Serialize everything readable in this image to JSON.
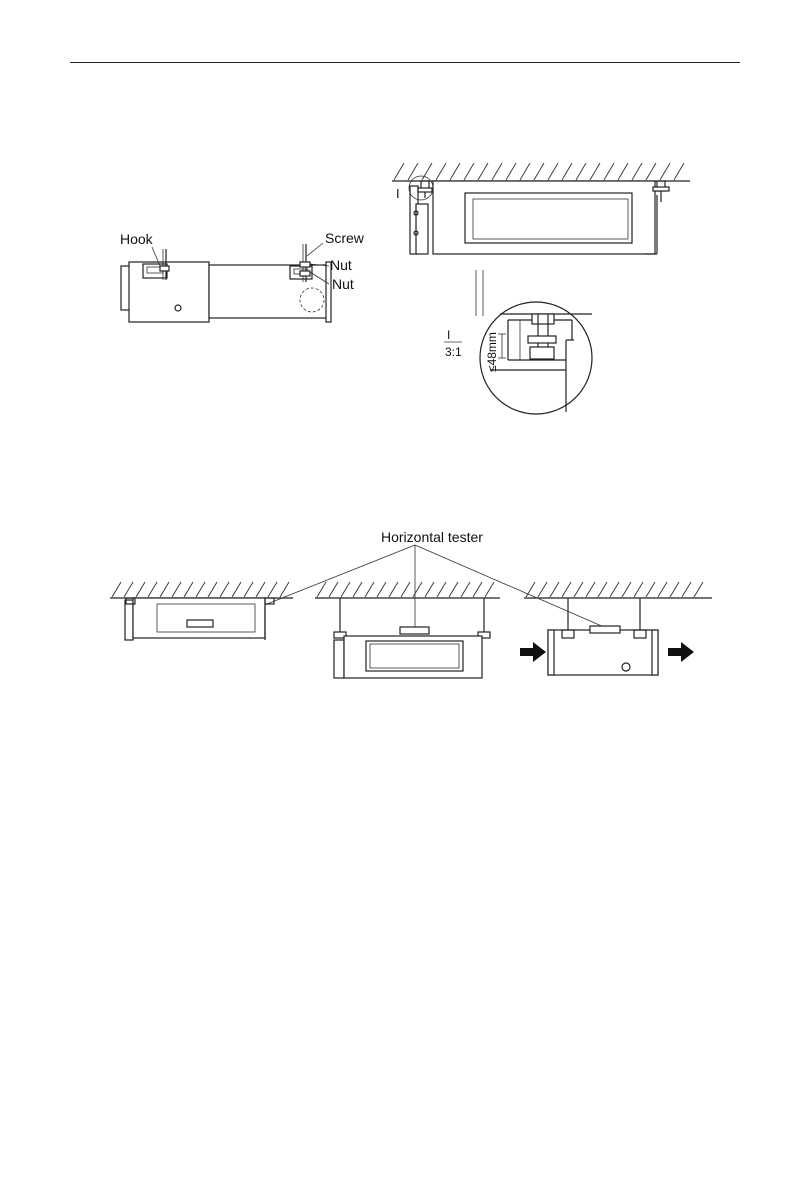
{
  "figure_side_view": {
    "labels": {
      "hook": "Hook",
      "screw": "Screw",
      "nut_upper": "Nut",
      "nut_lower": "Nut"
    }
  },
  "figure_front_view": {
    "detail_mark": "I",
    "detail_scale_top": "I",
    "detail_scale_bottom": "3:1",
    "clearance": "≤48mm"
  },
  "figure_level_check": {
    "label": "Horizontal tester"
  }
}
